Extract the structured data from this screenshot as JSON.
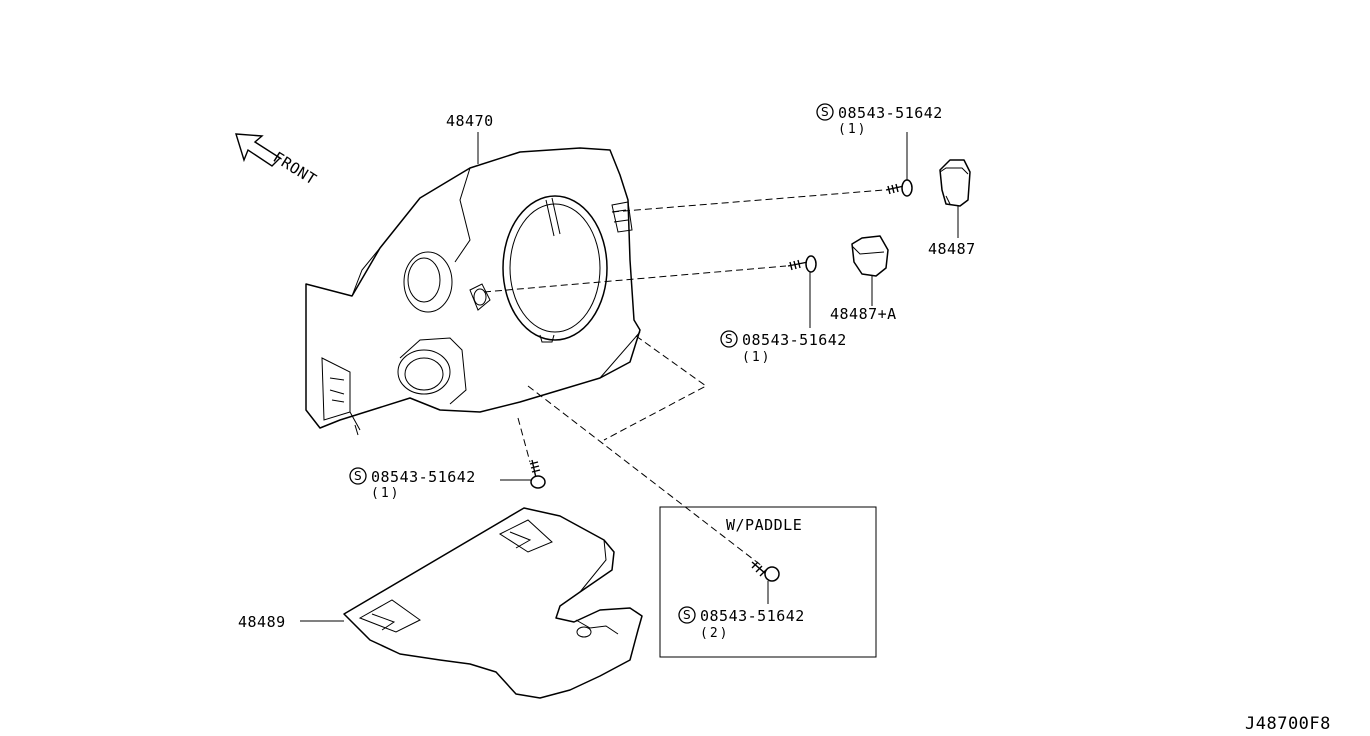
{
  "front_label": "FRONT",
  "parts": {
    "column_cover_upper": "48470",
    "finisher_right": "48487",
    "finisher_left": "48487+A",
    "column_cover_lower": "48489"
  },
  "screw_symbol": "S",
  "screws": [
    {
      "part": "08543-51642",
      "qty": "(1)"
    },
    {
      "part": "08543-51642",
      "qty": "(1)"
    },
    {
      "part": "08543-51642",
      "qty": "(1)"
    },
    {
      "part": "08543-51642",
      "qty": "(2)"
    }
  ],
  "paddle_box_label": "W/PADDLE",
  "diagram_id": "J48700F8"
}
